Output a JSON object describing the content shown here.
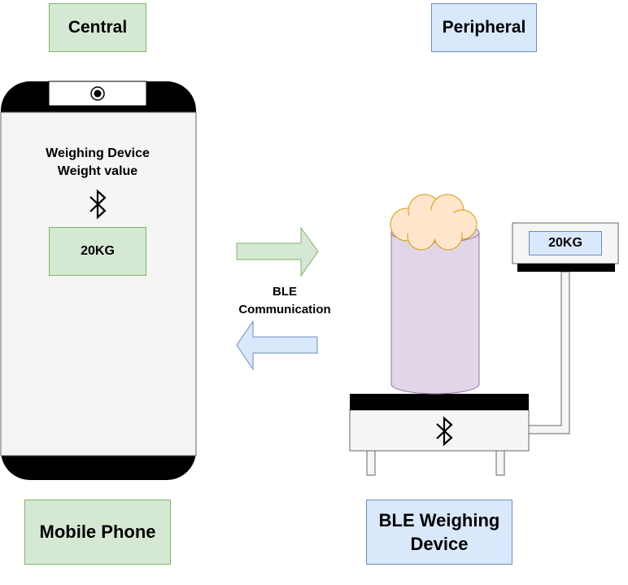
{
  "central_label": "Central",
  "peripheral_label": "Peripheral",
  "phone": {
    "line1": "Weighing Device",
    "line2": "Weight value",
    "value": "20KG",
    "bluetooth_icon": "bluetooth-icon",
    "camera_icon": "camera-icon"
  },
  "communication": {
    "line1": "BLE",
    "line2": "Communication"
  },
  "scale": {
    "display_value": "20KG",
    "bluetooth_icon": "bluetooth-icon"
  },
  "mobile_phone_label": "Mobile Phone",
  "ble_device_label": {
    "line1": "BLE Weighing",
    "line2": "Device"
  },
  "colors": {
    "green_fill": "#d5e8d4",
    "green_stroke": "#82b366",
    "blue_fill": "#dae8fc",
    "blue_stroke": "#6c8ebf",
    "cloud_fill": "#ffe6cc",
    "cloud_stroke": "#d79b00",
    "cylinder_fill": "#e1d5e7",
    "cylinder_stroke": "#9673a6"
  }
}
